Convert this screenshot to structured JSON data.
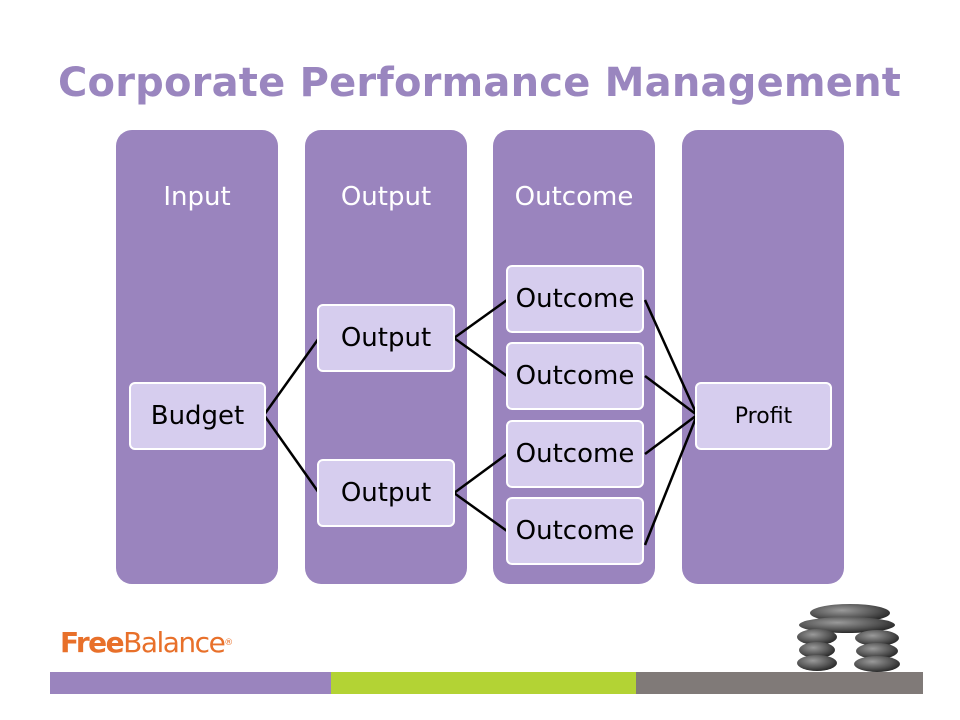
{
  "title": "Corporate Performance Management",
  "columns": [
    {
      "label": "Input"
    },
    {
      "label": "Output"
    },
    {
      "label": "Outcome"
    },
    {
      "label": ""
    }
  ],
  "nodes": {
    "budget": "Budget",
    "output_1": "Output",
    "output_2": "Output",
    "outcome_1": "Outcome",
    "outcome_2": "Outcome",
    "outcome_3": "Outcome",
    "outcome_4": "Outcome",
    "profit": "Profit"
  },
  "logo": {
    "free": "Free",
    "balance": "Balance",
    "registered": "®"
  },
  "colors": {
    "title": "#9a86bf",
    "column": "#9a84be",
    "node": "#d6cdee",
    "bar_purple": "#9a84be",
    "bar_green": "#b3d334",
    "bar_gray": "#807a78",
    "logo": "#e8702a"
  }
}
